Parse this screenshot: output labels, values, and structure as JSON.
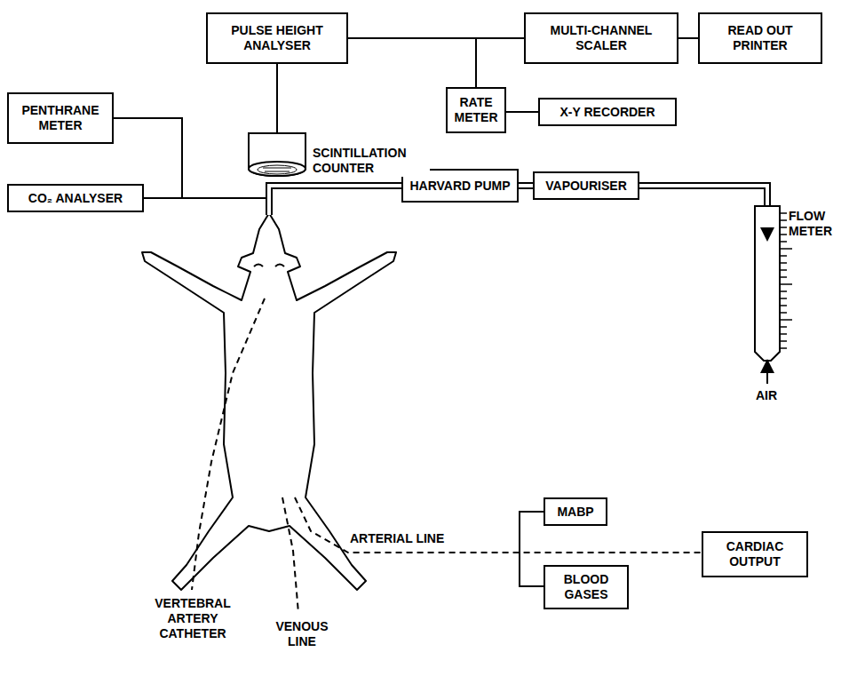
{
  "diagram": {
    "nodes": [
      {
        "text": [
          "PULSE HEIGHT ANALYSER"
        ]
      },
      {
        "text": [
          "MULTI-CHANNEL SCALER"
        ]
      },
      {
        "text": [
          "READ OUT PRINTER"
        ]
      },
      {
        "text": [
          "RATE METER"
        ]
      },
      {
        "text": [
          "X-Y RECORDER"
        ]
      },
      {
        "text": [
          "PENTHRANE METER"
        ]
      },
      {
        "text": [
          "CO₂ ANALYSER"
        ]
      },
      {
        "text": [
          "HARVARD PUMP"
        ]
      },
      {
        "text": [
          "VAPOURISER"
        ]
      },
      {
        "text": [
          "MABP"
        ]
      },
      {
        "text": [
          "BLOOD GASES"
        ]
      },
      {
        "text": [
          "CARDIAC OUTPUT"
        ]
      }
    ],
    "edges": [
      {
        "from": 0,
        "to": 1,
        "arrow": "none"
      },
      {
        "from": 1,
        "to": 2,
        "arrow": "none"
      },
      {
        "from": 0,
        "to": 3,
        "arrow": "none"
      },
      {
        "from": 3,
        "to": 4,
        "arrow": "none"
      },
      {
        "from": 5,
        "to": 6,
        "arrow": "none"
      },
      {
        "from": 7,
        "to": 8,
        "arrow": "none"
      }
    ],
    "labels": [
      "SCINTILLATION COUNTER",
      "FLOW METER",
      "AIR",
      "ARTERIAL LINE",
      "VERTEBRAL ARTERY CATHETER",
      "VENOUS LINE"
    ]
  }
}
